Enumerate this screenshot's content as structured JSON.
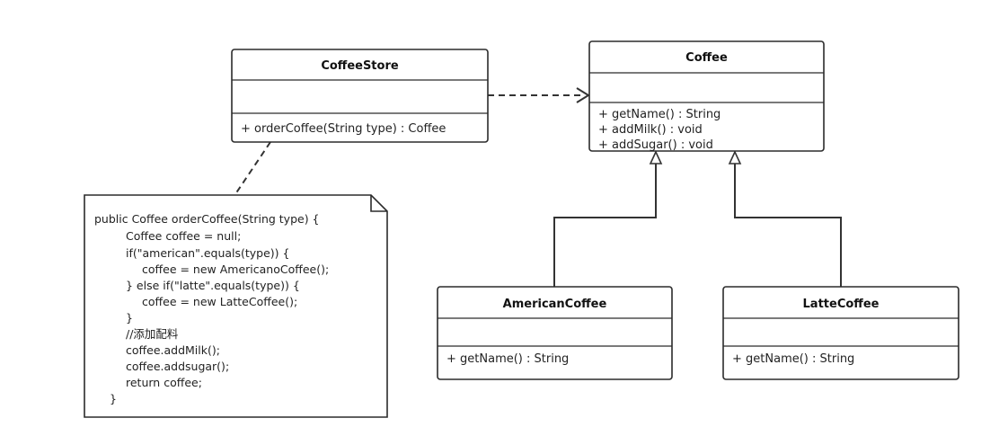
{
  "classes": {
    "coffee_store": {
      "name": "CoffeeStore",
      "methods": [
        "+ orderCoffee(String type) : Coffee"
      ]
    },
    "coffee": {
      "name": "Coffee",
      "methods": [
        "+ getName() : String",
        "+ addMilk() : void",
        "+ addSugar() : void"
      ]
    },
    "american_coffee": {
      "name": "AmericanCoffee",
      "methods": [
        "+ getName() : String"
      ]
    },
    "latte_coffee": {
      "name": "LatteCoffee",
      "methods": [
        "+ getName() : String"
      ]
    }
  },
  "note": {
    "lines": [
      "public Coffee orderCoffee(String type) {",
      "Coffee coffee = null;",
      "if(\"american\".equals(type))   {",
      "coffee = new AmericanoCoffee();",
      "} else if(\"latte\".equals(type)) {",
      "coffee = new LatteCoffee();",
      "}",
      "//添加配料",
      "coffee.addMilk();",
      "coffee.addsugar();",
      "return coffee;",
      "}"
    ]
  }
}
